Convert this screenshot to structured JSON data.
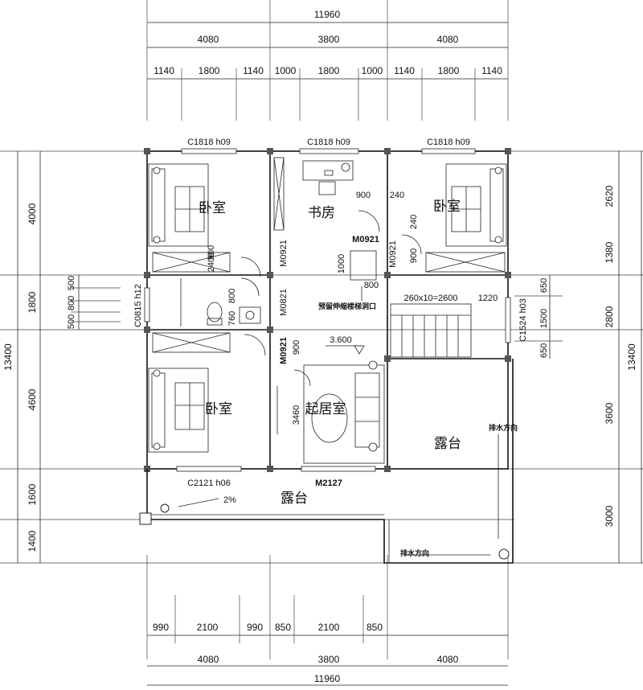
{
  "dimensions": {
    "top_total": "11960",
    "top_axes": [
      "4080",
      "3800",
      "4080"
    ],
    "top_details": [
      "1140",
      "1800",
      "1140",
      "1000",
      "1800",
      "1000",
      "1140",
      "1800",
      "1140"
    ],
    "bottom_details": [
      "990",
      "2100",
      "990",
      "850",
      "2100",
      "850"
    ],
    "bottom_axes": [
      "4080",
      "3800",
      "4080"
    ],
    "bottom_total": "11960",
    "left_outer": [
      "4000",
      "1800",
      "4600",
      "1600",
      "1400"
    ],
    "left_total": "13400",
    "left_small": [
      "500",
      "800",
      "500"
    ],
    "right_outer": [
      "2620",
      "1380",
      "2800",
      "3600",
      "3000"
    ],
    "right_total": "13400",
    "right_small": [
      "650",
      "1500",
      "650"
    ]
  },
  "rooms": {
    "bedroom_top_left": "卧室",
    "study": "书房",
    "bedroom_top_right": "卧室",
    "bedroom_bottom_left": "卧室",
    "living_room": "起居室",
    "terrace_right": "露台",
    "terrace_bottom": "露台"
  },
  "labels": {
    "window_top_left": "C1818 h09",
    "window_top_mid": "C1818 h09",
    "window_top_right": "C1818 h09",
    "window_bottom_left": "C2121 h06",
    "window_left_bath": "C0815 h12",
    "window_right_stair": "C1524 h03",
    "door_study": "M0921",
    "door_right_bedroom": "M0921",
    "door_left_vert": "M0921",
    "door_bath": "M0821",
    "door_bedroom_bottom": "M0921",
    "door_living": "M2127",
    "stair_note": "预留伸缩楼梯洞口",
    "stair_dims": "260x10=2600",
    "stair_width": "1220",
    "elevation": "3.600",
    "slope": "2%",
    "drain_dir_1": "排水方向",
    "drain_dir_2": "排水方向",
    "dim_900": "900",
    "dim_240": "240",
    "dim_240b": "240",
    "dim_900b": "900",
    "dim_1000": "1000",
    "dim_800": "800",
    "dim_2400": "2400",
    "dim_900c": "900",
    "dim_800b": "800",
    "dim_760": "760",
    "dim_900d": "900",
    "dim_3460": "3460"
  }
}
